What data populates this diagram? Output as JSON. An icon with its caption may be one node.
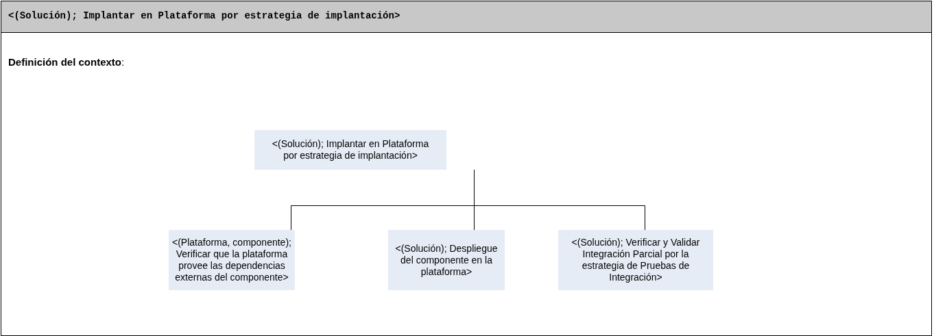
{
  "diagram": {
    "title": "<(Solución); Implantar en Plataforma por estrategia de implantación>",
    "nodes": [
      {
        "text": [
          "<(Solución); Implantar en Plataforma por estrategia de implantación>"
        ]
      },
      {
        "text": [
          "<(Plataforma, componente); Verificar que la plataforma provee las dependencias externas del componente>"
        ]
      },
      {
        "text": [
          "<(Solución); Despliegue del componente en la plataforma>"
        ]
      },
      {
        "text": [
          "<(Solución); Verificar y Validar Integración Parcial por la estrategia de Pruebas de Integración>"
        ]
      }
    ],
    "edges": [
      {
        "from": 0,
        "to": 1,
        "arrow": "none"
      },
      {
        "from": 0,
        "to": 2,
        "arrow": "none"
      },
      {
        "from": 0,
        "to": 3,
        "arrow": "none"
      }
    ],
    "labels": [
      "**Definición del contexto**:"
    ]
  }
}
